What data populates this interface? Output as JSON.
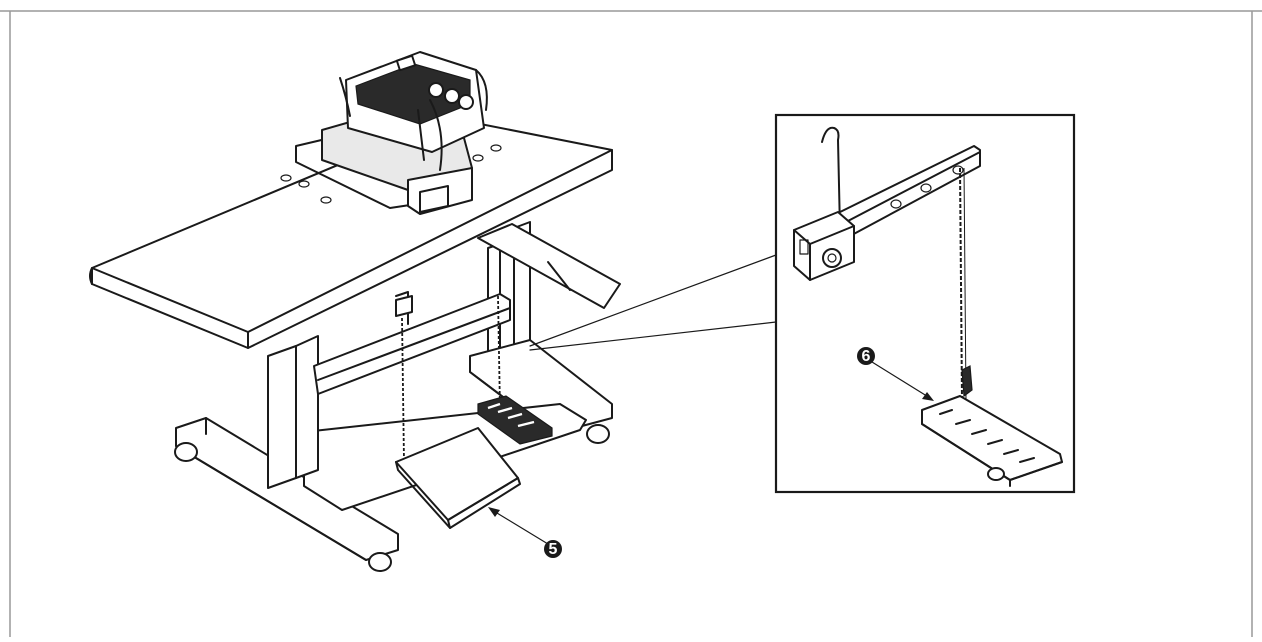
{
  "callouts": {
    "pedal_number": "❺",
    "pedal_number_digit": "5",
    "inset_pedal_number": "❻",
    "inset_pedal_number_digit": "6"
  },
  "colors": {
    "ink": "#1a1a1a",
    "paper": "#ffffff",
    "shade": "#e9e9e9"
  },
  "icons": {
    "callout_5": "circled-number-5-icon",
    "callout_6": "circled-number-6-icon"
  }
}
